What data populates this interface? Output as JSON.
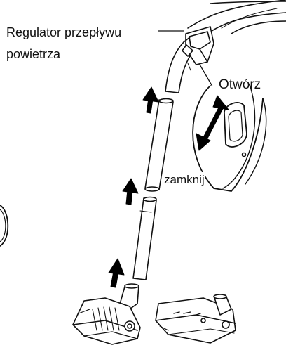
{
  "labels": {
    "airflow_regulator_line1": "Regulator przepływu",
    "airflow_regulator_line2": "powietrza",
    "open": "Otwórz",
    "close": "zamknij"
  },
  "colors": {
    "line": "#111111",
    "fill": "#ffffff",
    "arrow": "#000000"
  }
}
